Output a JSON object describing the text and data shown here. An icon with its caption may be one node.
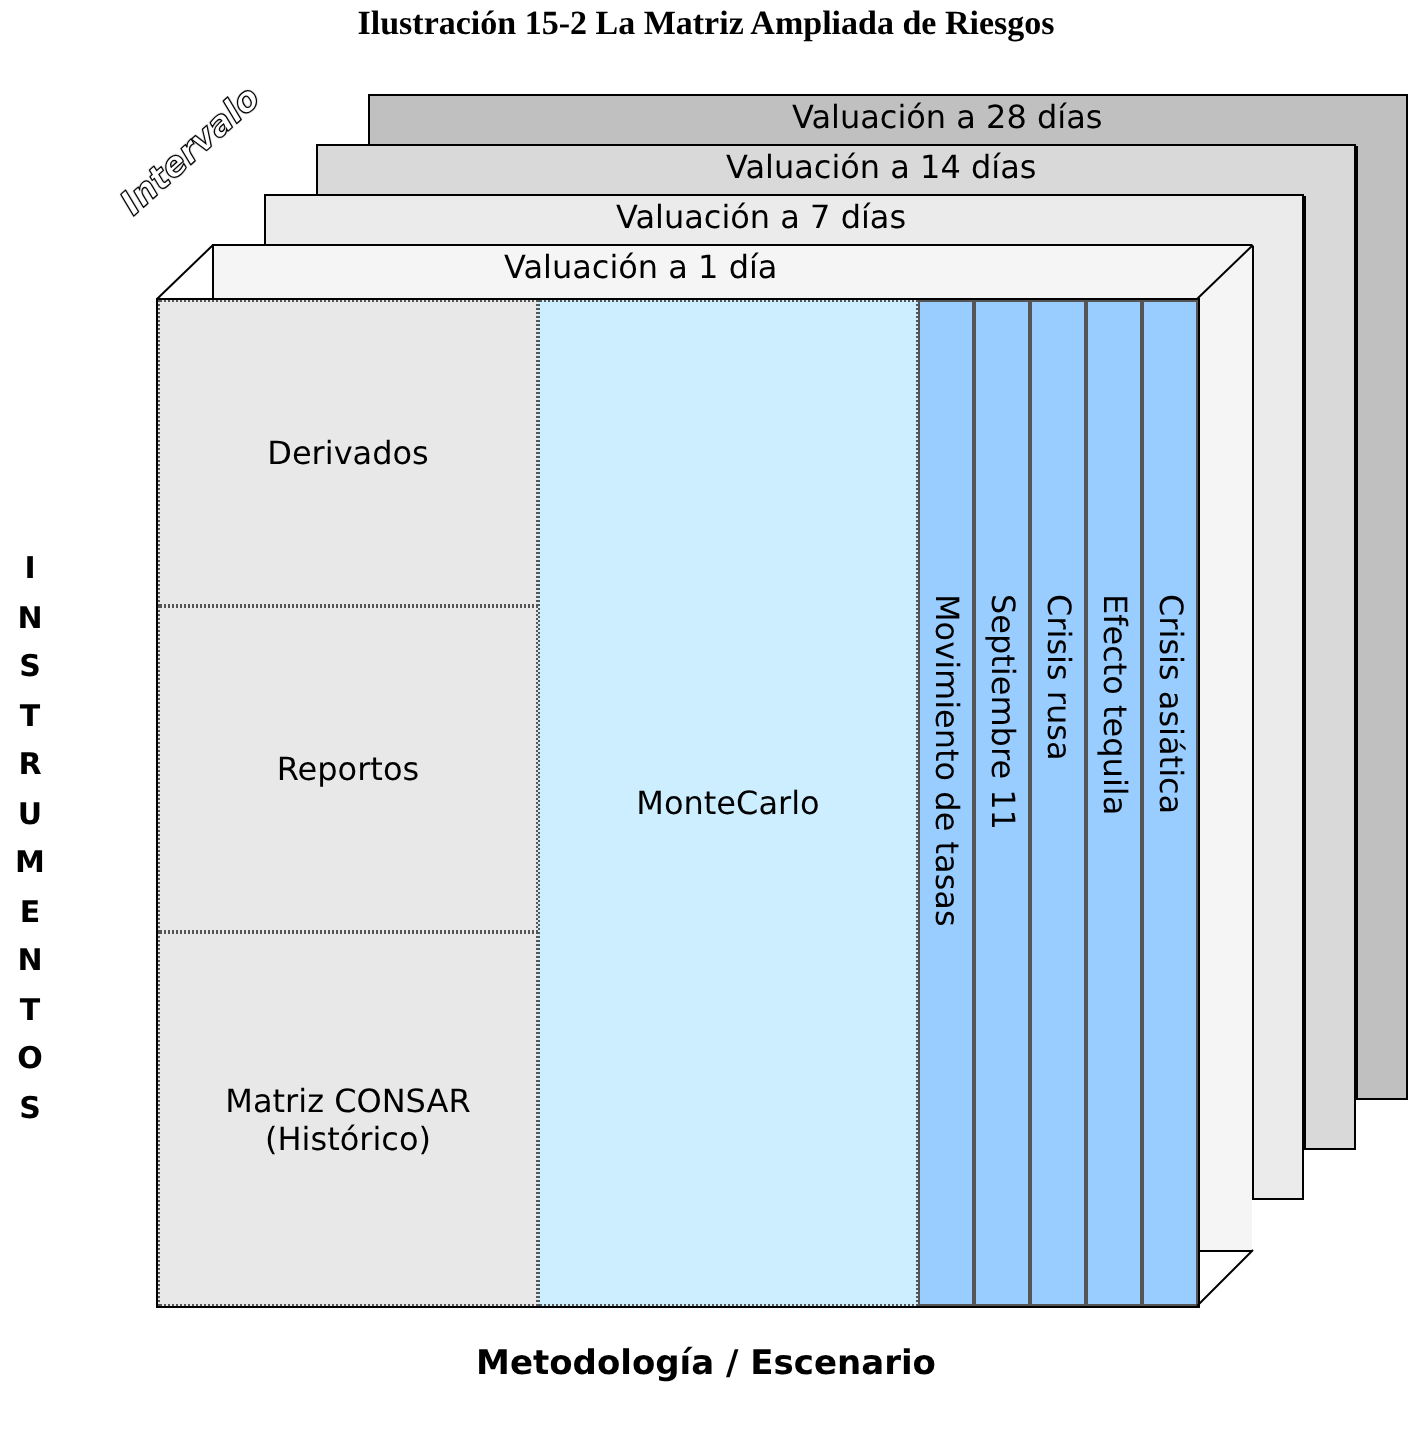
{
  "diagram": {
    "title": "Ilustración 15-2 La Matriz Ampliada de Riesgos",
    "nodes": [
      {
        "text": [
          "Valuación a 28 días"
        ]
      },
      {
        "text": [
          "Valuación a 14 días"
        ]
      },
      {
        "text": [
          "Valuación a 7 días"
        ]
      },
      {
        "text": [
          "Valuación a 1 día"
        ]
      },
      {
        "text": [
          "Derivados"
        ],
        "in": 3
      },
      {
        "text": [
          "Reportos"
        ],
        "in": 3
      },
      {
        "text": [
          "Matriz CONSAR (Histórico)"
        ],
        "in": 3
      },
      {
        "text": [
          "MonteCarlo"
        ],
        "in": 3
      },
      {
        "text": [
          "Movimiento de tasas"
        ],
        "in": 3
      },
      {
        "text": [
          "Septiembre 11"
        ],
        "in": 3
      },
      {
        "text": [
          "Crisis rusa"
        ],
        "in": 3
      },
      {
        "text": [
          "Efecto tequila"
        ],
        "in": 3
      },
      {
        "text": [
          "Crisis asiática"
        ],
        "in": 3
      }
    ],
    "labels": [
      "Intervalo",
      "INSTRUMENTOS",
      "Metodología / Escenario"
    ]
  }
}
